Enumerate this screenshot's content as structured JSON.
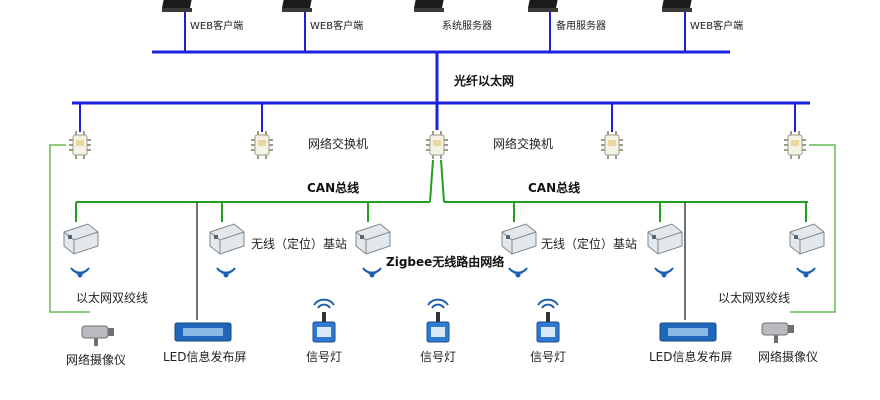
{
  "colors": {
    "backbone": "#1a22e0",
    "can_bus": "#23a01f",
    "twisted_pair": "#66bb55",
    "drop_line": "#444444"
  },
  "servers": [
    {
      "label": "WEB客户端",
      "icon": "computer-icon"
    },
    {
      "label": "WEB客户端",
      "icon": "computer-icon"
    },
    {
      "label": "系统服务器",
      "icon": "server-icon"
    },
    {
      "label": "备用服务器",
      "icon": "server-icon"
    },
    {
      "label": "WEB客户端",
      "icon": "computer-icon"
    }
  ],
  "labels": {
    "fiber_ethernet": "光纤以太网",
    "switch_left": "网络交换机",
    "switch_right": "网络交换机",
    "can_left": "CAN总线",
    "can_right": "CAN总线",
    "base_left": "无线（定位）基站",
    "base_right": "无线（定位）基站",
    "zigbee": "Zigbee无线路由网络",
    "twisted_left": "以太网双绞线",
    "twisted_right": "以太网双绞线"
  },
  "devices": [
    {
      "label": "网络摄像仪",
      "icon": "camera-icon"
    },
    {
      "label": "LED信息发布屏",
      "icon": "led-screen-icon"
    },
    {
      "label": "信号灯",
      "icon": "signal-light-icon"
    },
    {
      "label": "信号灯",
      "icon": "signal-light-icon"
    },
    {
      "label": "信号灯",
      "icon": "signal-light-icon"
    },
    {
      "label": "LED信息发布屏",
      "icon": "led-screen-icon"
    },
    {
      "label": "网络摄像仪",
      "icon": "camera-icon"
    }
  ]
}
